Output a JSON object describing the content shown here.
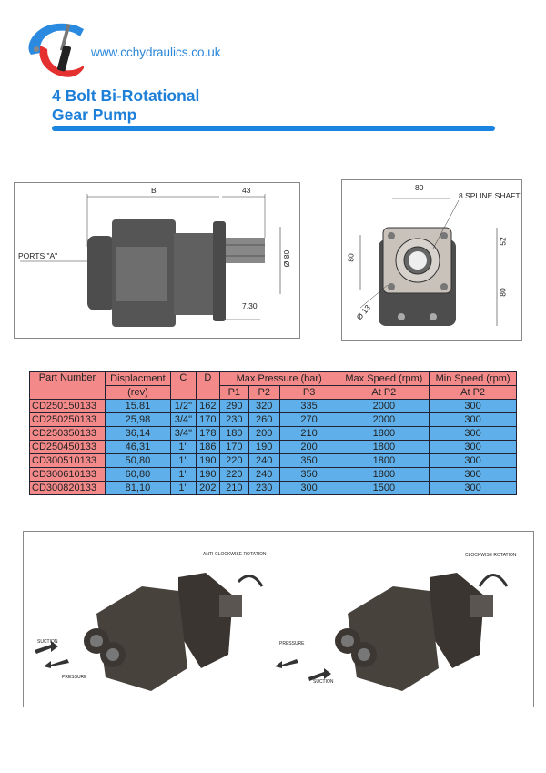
{
  "header": {
    "logo": "cc-hydraulics-clamp-logo",
    "url": "www.cchydraulics.co.uk",
    "title_line1": "4 Bolt Bi-Rotational",
    "title_line2": "Gear Pump"
  },
  "side_view": {
    "dim_b": "B",
    "dim_43": "43",
    "dim_dia80": "Ø 80",
    "dim_730": "7.30",
    "ports": "PORTS \"A\""
  },
  "front_view": {
    "dim_80_top": "80",
    "spline": "8 SPLINE SHAFT",
    "dim_80_left": "80",
    "dim_52": "52",
    "dim_80_right": "80",
    "dim_13": "Ø 13"
  },
  "table": {
    "headers": {
      "part": "Part Number",
      "disp": "Displacment",
      "disp_unit": "(rev)",
      "c": "C",
      "d": "D",
      "maxp": "Max Pressure (bar)",
      "p1": "P1",
      "p2": "P2",
      "p3": "P3",
      "maxs": "Max Speed (rpm)",
      "maxs_sub": "At P2",
      "mins": "Min Speed (rpm)",
      "mins_sub": "At P2"
    },
    "rows": [
      [
        "CD250150133",
        "15.81",
        "1/2\"",
        "162",
        "290",
        "320",
        "335",
        "2000",
        "300"
      ],
      [
        "CD250250133",
        "25,98",
        "3/4\"",
        "170",
        "230",
        "260",
        "270",
        "2000",
        "300"
      ],
      [
        "CD250350133",
        "36,14",
        "3/4\"",
        "178",
        "180",
        "200",
        "210",
        "1800",
        "300"
      ],
      [
        "CD250450133",
        "46,31",
        "1\"",
        "186",
        "170",
        "190",
        "200",
        "1800",
        "300"
      ],
      [
        "CD300510133",
        "50,80",
        "1\"",
        "190",
        "220",
        "240",
        "350",
        "1800",
        "300"
      ],
      [
        "CD300610133",
        "60,80",
        "1\"",
        "190",
        "220",
        "240",
        "350",
        "1800",
        "300"
      ],
      [
        "CD300820133",
        "81,10",
        "1\"",
        "202",
        "210",
        "230",
        "300",
        "1500",
        "300"
      ]
    ],
    "colors": {
      "pink": "#f4898a",
      "blue": "#5fb0ea"
    }
  },
  "rotation": {
    "left": {
      "title": "ANTI-CLOCKWISE ROTATION",
      "in": "SUCTION",
      "out": "PRESSURE"
    },
    "right": {
      "title": "CLOCKWISE ROTATION",
      "in": "PRESSURE",
      "out": "SUCTION"
    }
  }
}
